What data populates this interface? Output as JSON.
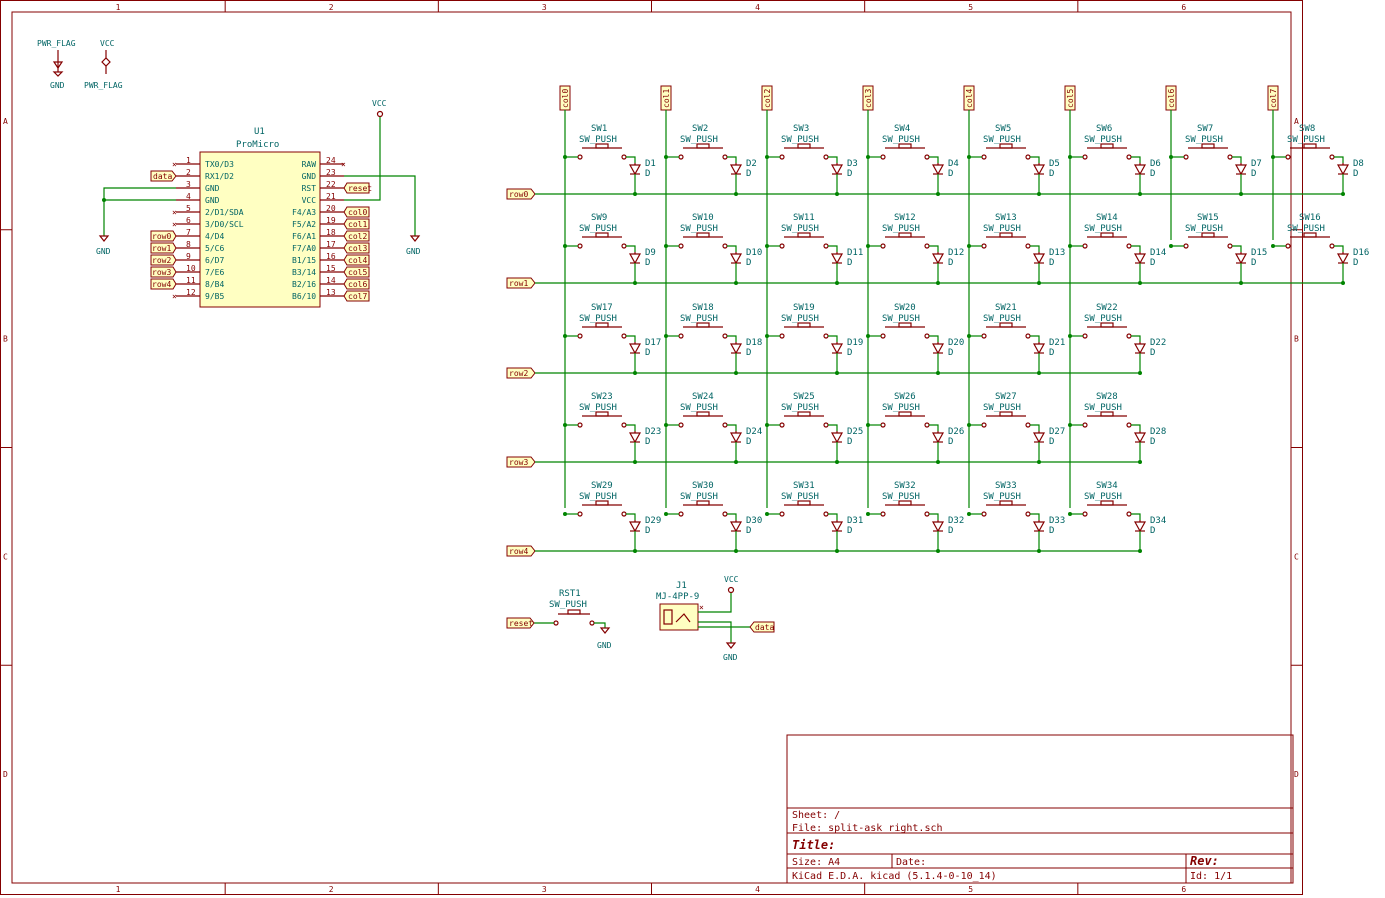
{
  "schematic": {
    "power_flags": [
      {
        "name": "PWR_FLAG",
        "net": "GND"
      },
      {
        "name": "VCC",
        "net": "PWR_FLAG"
      }
    ],
    "mcu": {
      "ref": "U1",
      "value": "ProMicro",
      "left_pins": [
        {
          "num": "1",
          "name": "TX0/D3",
          "net": ""
        },
        {
          "num": "2",
          "name": "RX1/D2",
          "net": "data"
        },
        {
          "num": "3",
          "name": "GND",
          "net": ""
        },
        {
          "num": "4",
          "name": "GND",
          "net": ""
        },
        {
          "num": "5",
          "name": "2/D1/SDA",
          "net": ""
        },
        {
          "num": "6",
          "name": "3/D0/SCL",
          "net": ""
        },
        {
          "num": "7",
          "name": "4/D4",
          "net": "row0"
        },
        {
          "num": "8",
          "name": "5/C6",
          "net": "row1"
        },
        {
          "num": "9",
          "name": "6/D7",
          "net": "row2"
        },
        {
          "num": "10",
          "name": "7/E6",
          "net": "row3"
        },
        {
          "num": "11",
          "name": "8/B4",
          "net": "row4"
        },
        {
          "num": "12",
          "name": "9/B5",
          "net": ""
        }
      ],
      "right_pins": [
        {
          "num": "24",
          "name": "RAW",
          "net": ""
        },
        {
          "num": "23",
          "name": "GND",
          "net": ""
        },
        {
          "num": "22",
          "name": "RST",
          "net": "reset"
        },
        {
          "num": "21",
          "name": "VCC",
          "net": ""
        },
        {
          "num": "20",
          "name": "F4/A3",
          "net": "col0"
        },
        {
          "num": "19",
          "name": "F5/A2",
          "net": "col1"
        },
        {
          "num": "18",
          "name": "F6/A1",
          "net": "col2"
        },
        {
          "num": "17",
          "name": "F7/A0",
          "net": "col3"
        },
        {
          "num": "16",
          "name": "B1/15",
          "net": "col4"
        },
        {
          "num": "15",
          "name": "B3/14",
          "net": "col5"
        },
        {
          "num": "14",
          "name": "B2/16",
          "net": "col6"
        },
        {
          "num": "13",
          "name": "B6/10",
          "net": "col7"
        }
      ],
      "power_labels": {
        "vcc": "VCC",
        "gnd_left": "GND",
        "gnd_right": "GND"
      }
    },
    "matrix": {
      "columns": [
        "col0",
        "col1",
        "col2",
        "col3",
        "col4",
        "col5",
        "col6",
        "col7"
      ],
      "rows": [
        "row0",
        "row1",
        "row2",
        "row3",
        "row4"
      ],
      "switch_value": "SW_PUSH",
      "diode_value": "D",
      "row_counts": [
        8,
        8,
        6,
        6,
        6
      ]
    },
    "reset_switch": {
      "ref": "RST1",
      "value": "SW_PUSH",
      "net": "reset",
      "gnd": "GND"
    },
    "jack": {
      "ref": "J1",
      "value": "MJ-4PP-9",
      "vcc": "VCC",
      "gnd": "GND",
      "net": "data"
    },
    "title_block": {
      "sheet": "Sheet: /",
      "file": "File: split-ask_right.sch",
      "title": "Title:",
      "size": "Size: A4",
      "date": "Date:",
      "rev": "Rev:",
      "kicad": "KiCad E.D.A.  kicad (5.1.4-0-10_14)",
      "id": "Id: 1/1"
    },
    "zones": {
      "columns": [
        "1",
        "2",
        "3",
        "4",
        "5",
        "6"
      ],
      "rows": [
        "A",
        "B",
        "C",
        "D"
      ]
    },
    "colors": {
      "frame": "#840000",
      "wire": "#008400",
      "text": "#006464",
      "body": "#ffffc2"
    }
  }
}
